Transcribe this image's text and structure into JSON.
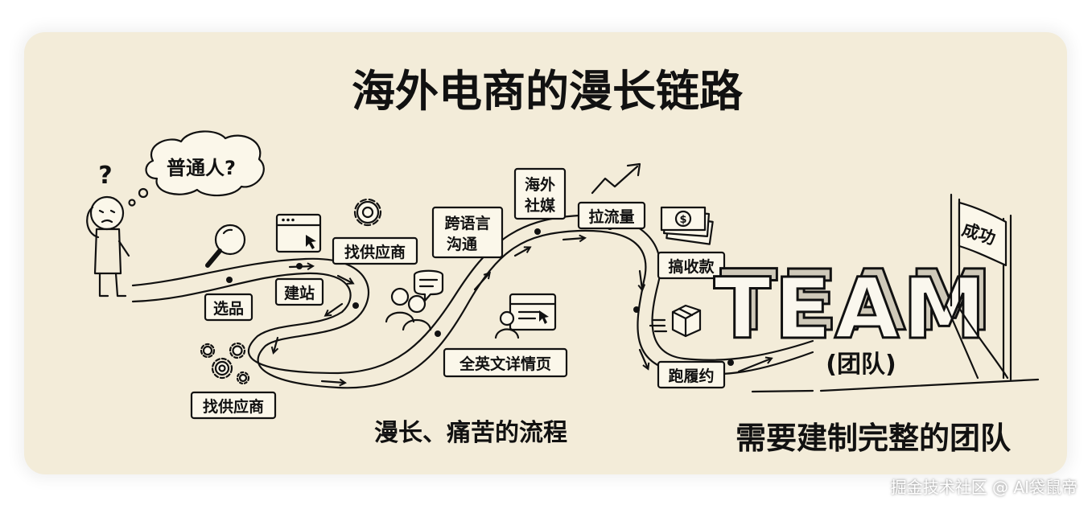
{
  "title": "海外电商的漫长链路",
  "thought_bubble": "普通人?",
  "question_mark": "?",
  "steps": {
    "xuanpin": "选品",
    "jianzhan": "建站",
    "supplier_top": "找供应商",
    "supplier_bottom": "找供应商",
    "translate_line1": "跨语言",
    "translate_line2": "沟通",
    "social_line1": "海外",
    "social_line2": "社媒",
    "traffic": "拉流量",
    "payment": "搞收款",
    "detail_page": "全英文详情页",
    "fulfillment": "跑履约"
  },
  "team": {
    "word": "TEAM",
    "caption": "(团队)"
  },
  "goal_flag": "成功",
  "caption_left": "漫长、痛苦的流程",
  "caption_right": "需要建制完整的团队",
  "watermark": "掘金技术社区 @ AI袋鼠帝",
  "icons": [
    "confused-person-icon",
    "thought-bubble-icon",
    "magnifier-icon",
    "browser-window-icon",
    "gear-icon",
    "chat-people-icon",
    "detail-page-icon",
    "trend-arrow-icon",
    "money-bills-icon",
    "package-box-icon",
    "small-gears-icon",
    "finish-flag-icon"
  ],
  "colors": {
    "background": "#f3ecd9",
    "ink": "#111111",
    "box_fill": "#fbf7ea"
  }
}
